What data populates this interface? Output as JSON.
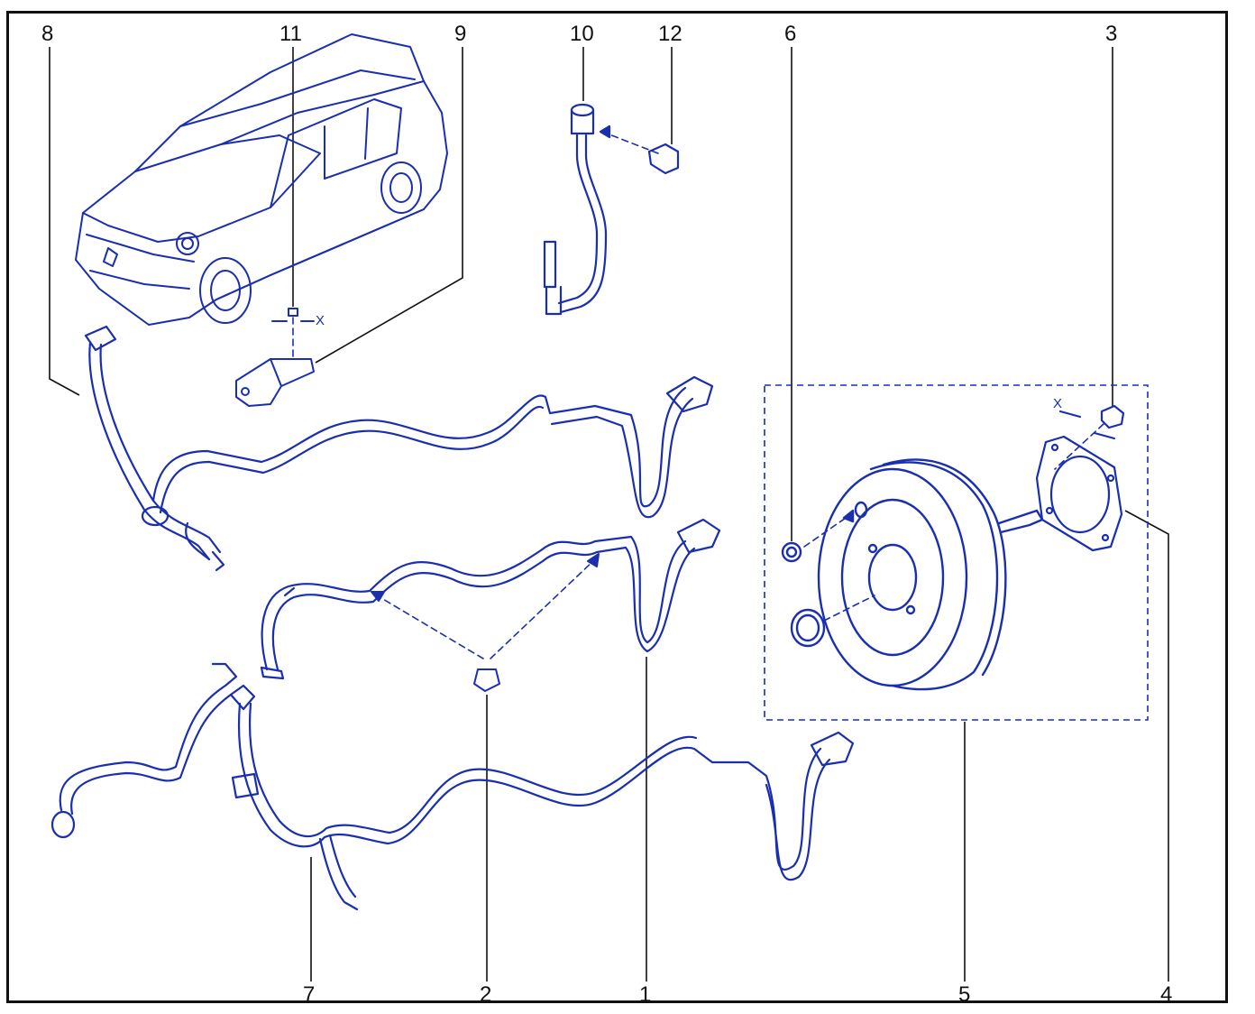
{
  "colors": {
    "line_art": "#1a2fb0",
    "line_light": "#e9ecfa",
    "callout": "#111111",
    "frame": "#111111"
  },
  "callouts": {
    "c1": "1",
    "c2": "2",
    "c3": "3",
    "c4": "4",
    "c5": "5",
    "c6": "6",
    "c7": "7",
    "c8": "8",
    "c9": "9",
    "c10": "10",
    "c11": "11",
    "c12": "12"
  },
  "torque_marks": {
    "bolt_11": "X",
    "nut_3": "X"
  }
}
